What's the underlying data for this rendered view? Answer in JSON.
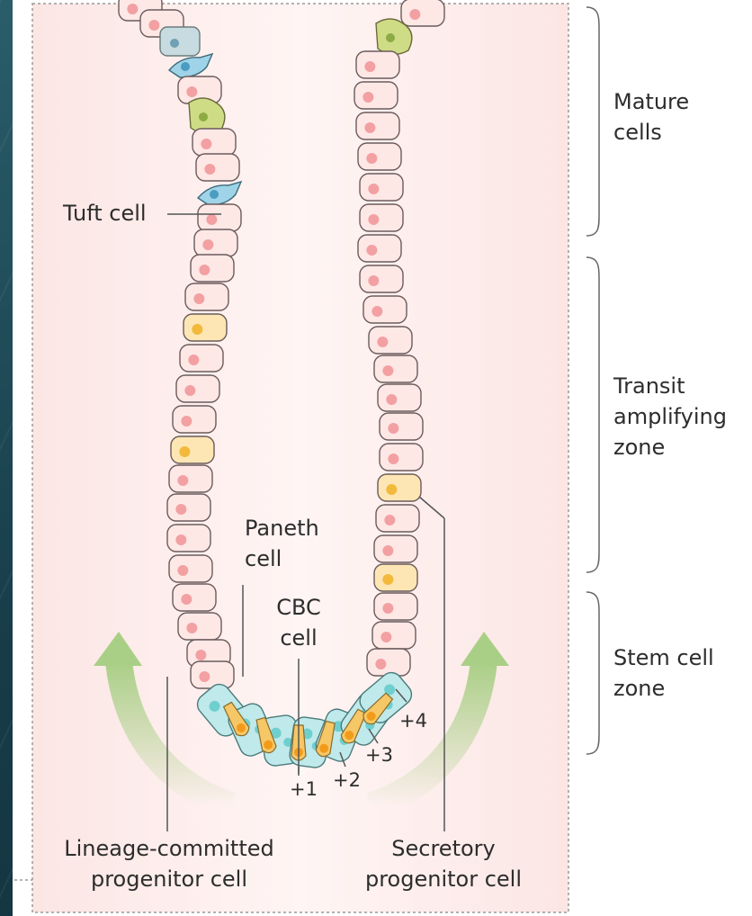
{
  "zones": {
    "mature": "Mature\ncells",
    "transit": "Transit\namplifying\nzone",
    "stem": "Stem cell\nzone"
  },
  "labels": {
    "tuft_cell": "Tuft cell",
    "paneth_cell": "Paneth\ncell",
    "cbc_cell": "CBC\ncell",
    "lineage_committed": "Lineage-committed\nprogenitor cell",
    "secretory_progenitor": "Secretory\nprogenitor cell"
  },
  "positions": {
    "p1": "+1",
    "p2": "+2",
    "p3": "+3",
    "p4": "+4"
  },
  "colors": {
    "enterocyte": "#fde8e6",
    "nucleus": "#f3a0a3",
    "goblet": "#cfdc86",
    "tuft": "#9fd3e7",
    "paneth": "#bfe9ea",
    "cbc": "#f6c766",
    "secretory": "#fde6b4",
    "arrow": "#a9cf86"
  }
}
